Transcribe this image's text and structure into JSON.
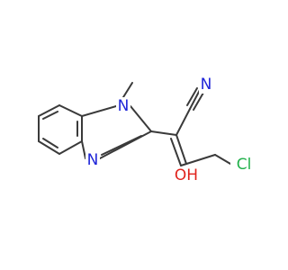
{
  "molecule": {
    "atom_labels": {
      "n1": "N",
      "n3": "N",
      "n_nitrile": "N",
      "oh": "OH",
      "cl": "Cl"
    },
    "colors": {
      "bond": "#3a3a3a",
      "nitrogen": "#1f25d8",
      "oxygen": "#e0231c",
      "chlorine": "#22b14c"
    }
  }
}
